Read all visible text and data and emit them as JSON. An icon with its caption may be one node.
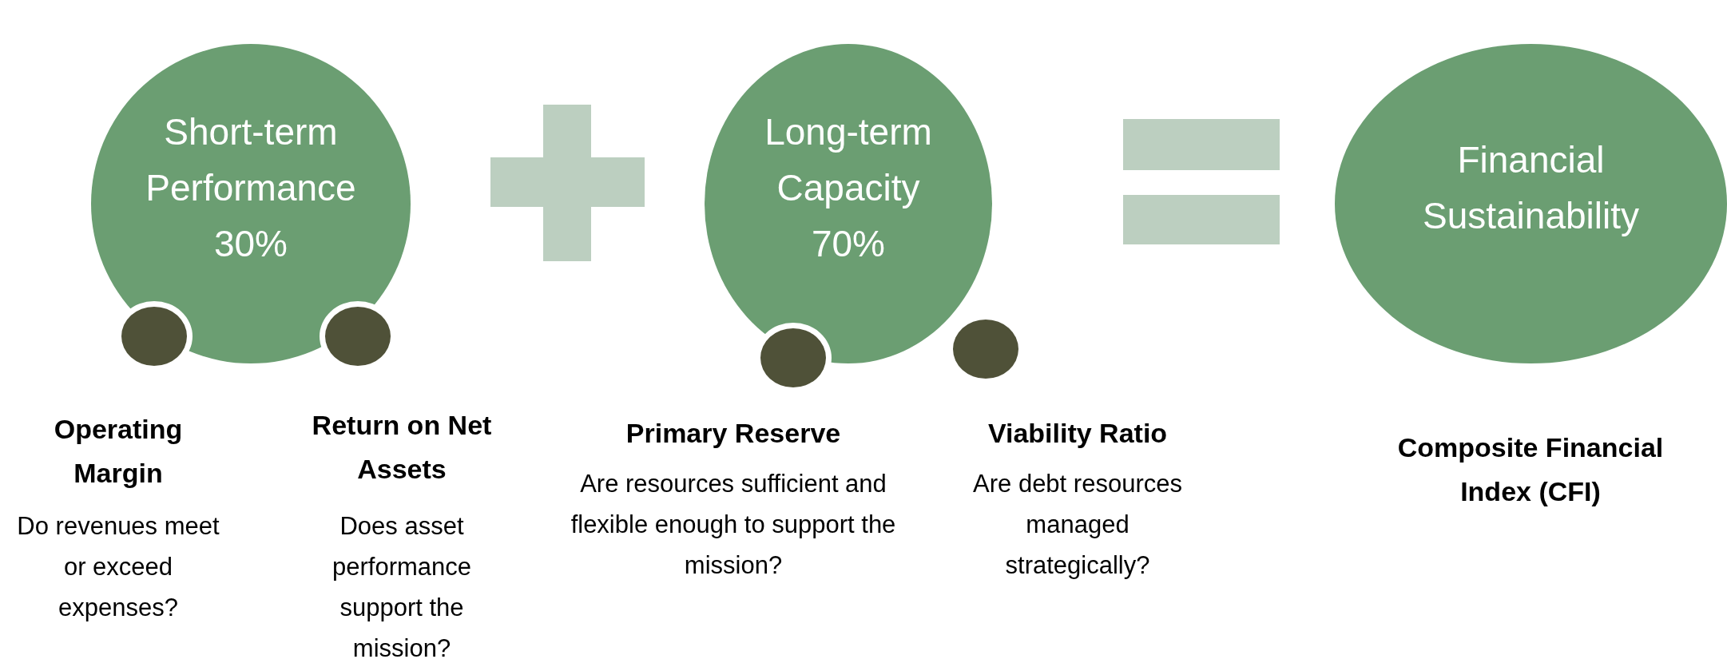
{
  "diagram": {
    "nodes": [
      {
        "text": [
          "Short-term Performance",
          "30%"
        ]
      },
      {
        "text": [
          "Long-term Capacity",
          "70%"
        ]
      },
      {
        "text": [
          "Financial Sustainability"
        ]
      },
      {
        "text": [],
        "shape": "circle"
      },
      {
        "text": [],
        "shape": "circle"
      },
      {
        "text": [],
        "shape": "circle"
      },
      {
        "text": [],
        "shape": "circle"
      }
    ],
    "labels": [
      "Operating Margin",
      "Return on Net Assets",
      "Primary Reserve",
      "Viability Ratio",
      "Are resources sufficient and flexible enough to support the mission?",
      "Are debt resources managed strategically?",
      "Composite Financial Index (CFI)",
      "Do revenues meet or exceed expenses?",
      "Does asset performance support the mission?"
    ]
  }
}
